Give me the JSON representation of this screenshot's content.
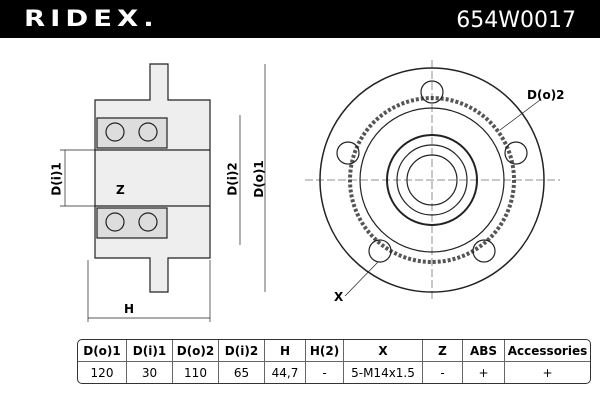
{
  "header": {
    "brand": "RIDEX.",
    "part_number": "654W0017"
  },
  "drawing": {
    "labels": {
      "d_i1": "D(i)1",
      "z": "Z",
      "d_i2": "D(i)2",
      "d_o1": "D(o)1",
      "h": "H",
      "d_o2": "D(o)2",
      "x": "X"
    }
  },
  "table": {
    "headers": [
      "D(o)1",
      "D(i)1",
      "D(o)2",
      "D(i)2",
      "H",
      "H(2)",
      "X",
      "Z",
      "ABS",
      "Accessories"
    ],
    "values": [
      "120",
      "30",
      "110",
      "65",
      "44,7",
      "-",
      "5-M14x1.5",
      "-",
      "+",
      "+"
    ]
  }
}
